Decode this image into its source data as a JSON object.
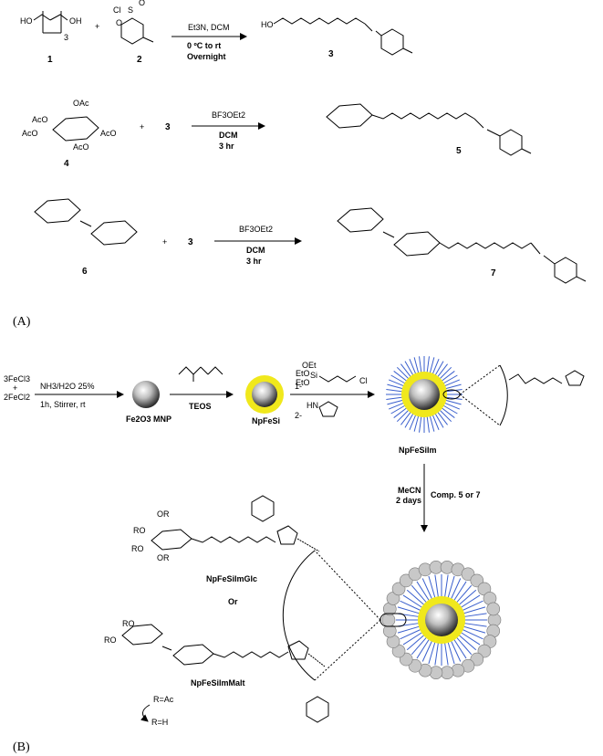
{
  "panel_a": {
    "label": "(A)",
    "reaction1": {
      "reactant1_formula": "HO(CH2CH2O)3H",
      "reactant1_left": "HO",
      "reactant1_sub": "3",
      "reactant1_right": "OH",
      "reactant1_number": "1",
      "plus": "+",
      "reactant2_cl": "Cl",
      "reactant2_s": "S",
      "reactant2_o": "O",
      "reactant2_number": "2",
      "reagent_top": "Et3N, DCM",
      "reagent_bottom1": "0 ºC to rt",
      "reagent_bottom2": "Overnight",
      "product_ho": "HO",
      "product_number": "3"
    },
    "reaction2": {
      "reactant_ac_labels": [
        "OAc",
        "AcO",
        "AcO",
        "AcO",
        "AcO"
      ],
      "reactant_number": "4",
      "plus": "+",
      "reactant2_number": "3",
      "reagent_top": "BF3OEt2",
      "reagent_bottom1": "DCM",
      "reagent_bottom2": "3 hr",
      "product_number": "5"
    },
    "reaction3": {
      "reactant_number": "6",
      "plus": "+",
      "reactant2_number": "3",
      "reagent_top": "BF3OEt2",
      "reagent_bottom1": "DCM",
      "reagent_bottom2": "3 hr",
      "product_number": "7"
    }
  },
  "panel_b": {
    "label": "(B)",
    "start_top": "3FeCl3",
    "start_plus": "+",
    "start_bottom": "2FeCl2",
    "step1_top": "NH3/H2O  25%",
    "step1_bottom": "1h, Stirrer, rt",
    "mnp_label": "Fe2O3 MNP",
    "teos_label": "TEOS",
    "npfesi_label": "NpFeSi",
    "step3_1": "1-",
    "step3_2": "2-",
    "silane_oet1": "OEt",
    "silane_eto1": "EtO",
    "silane_eto2": "EtO",
    "silane_si": "Si",
    "silane_cl": "Cl",
    "imidazole_hn": "HN",
    "npfesiim_label": "NpFeSiIm",
    "down_top": "MeCN",
    "down_mid": "2 days",
    "down_side": "Comp. 5 or 7",
    "glc_label": "NpFeSiImGlc",
    "or_label": "Or",
    "malt_label": "NpFeSiImMalt",
    "r_ac": "R=Ac",
    "r_h": "R=H",
    "ro": "RO",
    "or_sub": "OR"
  }
}
